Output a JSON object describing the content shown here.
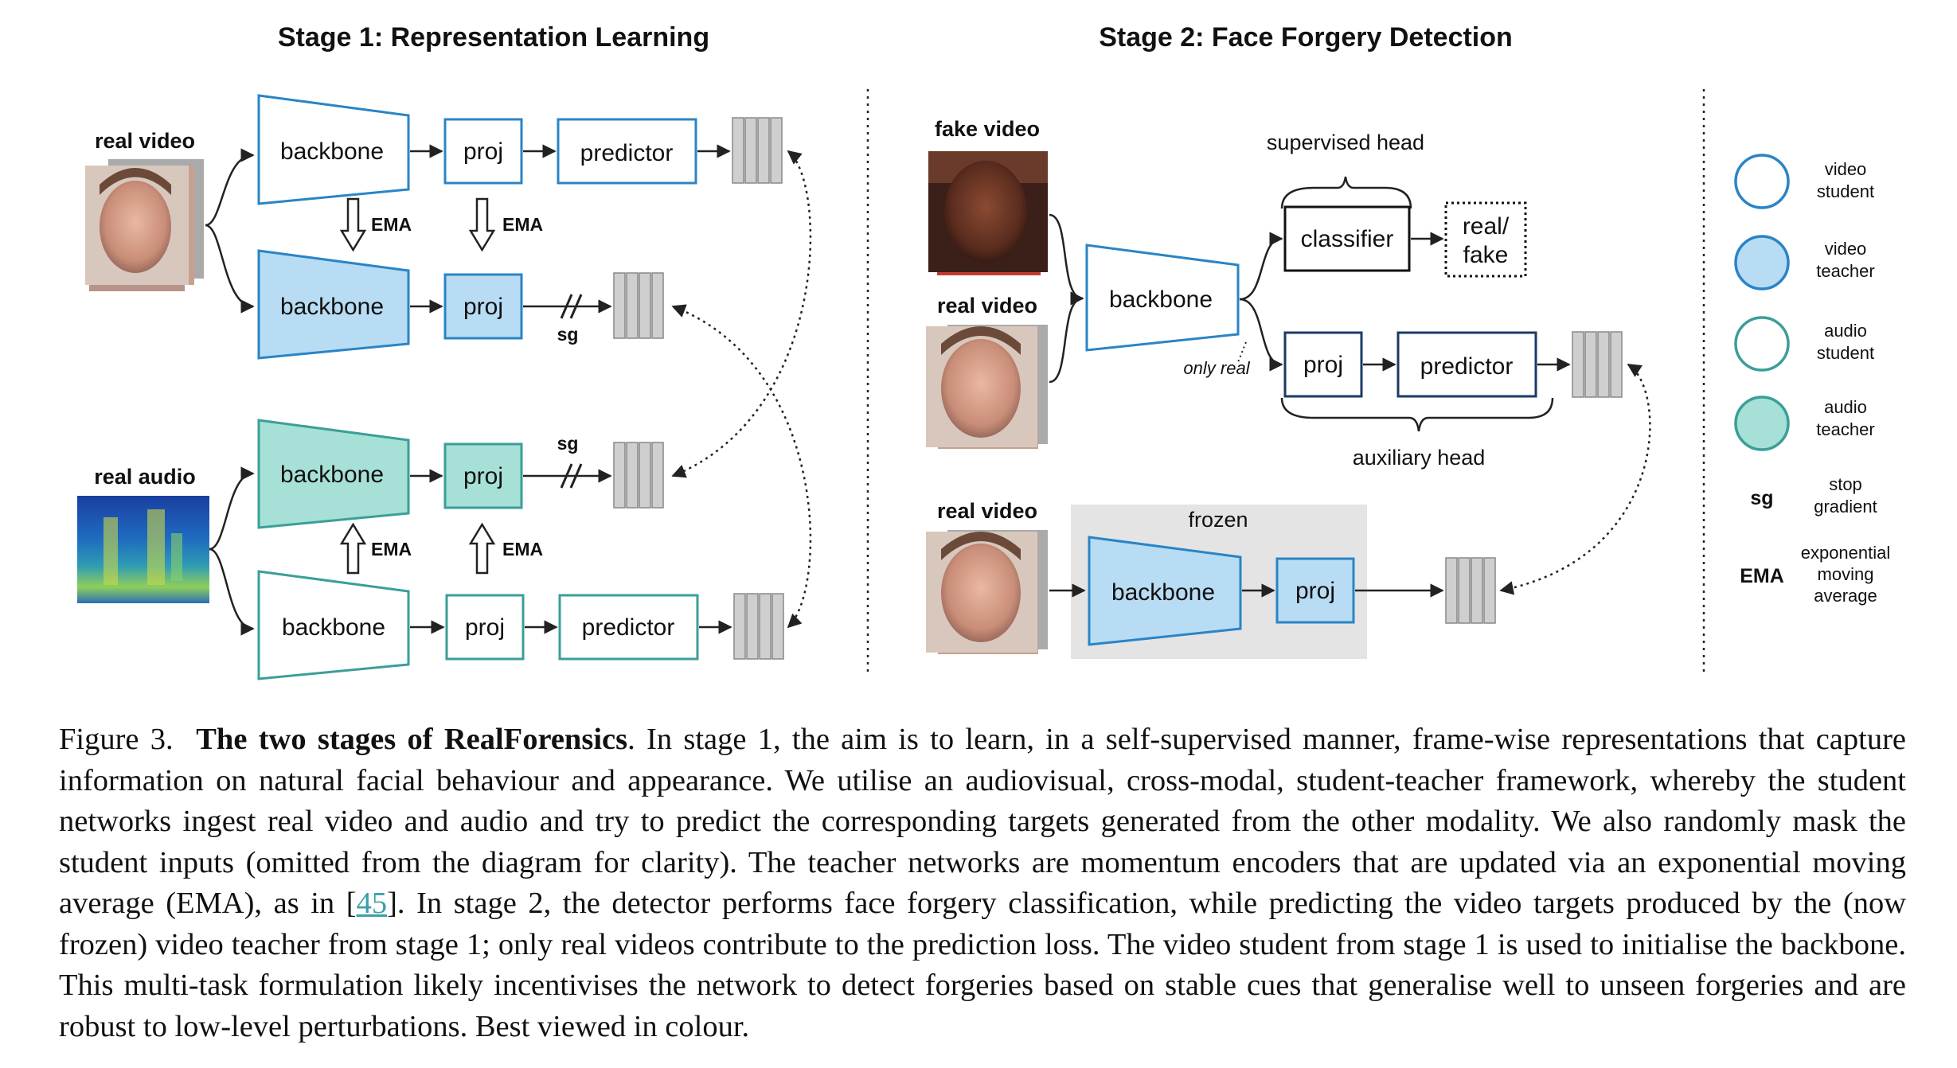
{
  "stage1": {
    "title": "Stage 1: Representation Learning",
    "real_video_label": "real video",
    "real_audio_label": "real audio",
    "backbone": "backbone",
    "proj": "proj",
    "predictor": "predictor",
    "ema": "EMA",
    "sg": "sg"
  },
  "stage2": {
    "title": "Stage 2: Face Forgery Detection",
    "fake_video_label": "fake video",
    "real_video_label": "real video",
    "real_video_label_2": "real video",
    "supervised_head": "supervised head",
    "classifier": "classifier",
    "output_line1": "real/",
    "output_line2": "fake",
    "backbone": "backbone",
    "proj": "proj",
    "predictor": "predictor",
    "only_real": "only real",
    "auxiliary_head": "auxiliary head",
    "frozen": "frozen"
  },
  "legend": {
    "video_student": [
      "video",
      "student"
    ],
    "video_teacher": [
      "video",
      "teacher"
    ],
    "audio_student": [
      "audio",
      "student"
    ],
    "audio_teacher": [
      "audio",
      "teacher"
    ],
    "sg_key": "sg",
    "sg_desc": [
      "stop",
      "gradient"
    ],
    "ema_key": "EMA",
    "ema_desc": [
      "exponential",
      "moving",
      "average"
    ]
  },
  "colors": {
    "video": "#2a84c6",
    "video_fill": "#b8dcf3",
    "audio": "#3a9f98",
    "audio_fill": "#a6e0d6",
    "target_fill": "#cfcfcf",
    "frozen_bg": "#e4e4e4"
  },
  "caption": {
    "figure_label": "Figure 3.",
    "title": "The two stages of RealForensics",
    "text_before_cite": ". In stage 1, the aim is to learn, in a self-supervised manner, frame-wise representations that capture information on natural facial behaviour and appearance. We utilise an audiovisual, cross-modal, student-teacher framework, whereby the student networks ingest real video and audio and try to predict the corresponding targets generated from the other modality. We also randomly mask the student inputs (omitted from the diagram for clarity). The teacher networks are momentum encoders that are updated via an exponential moving average (EMA), as in [",
    "citation": "45",
    "text_after_cite": "]. In stage 2, the detector performs face forgery classification, while predicting the video targets produced by the (now frozen) video teacher from stage 1; only real videos contribute to the prediction loss. The video student from stage 1 is used to initialise the backbone. This multi-task formulation likely incentivises the network to detect forgeries based on stable cues that generalise well to unseen forgeries and are robust to low-level perturbations. Best viewed in colour."
  }
}
